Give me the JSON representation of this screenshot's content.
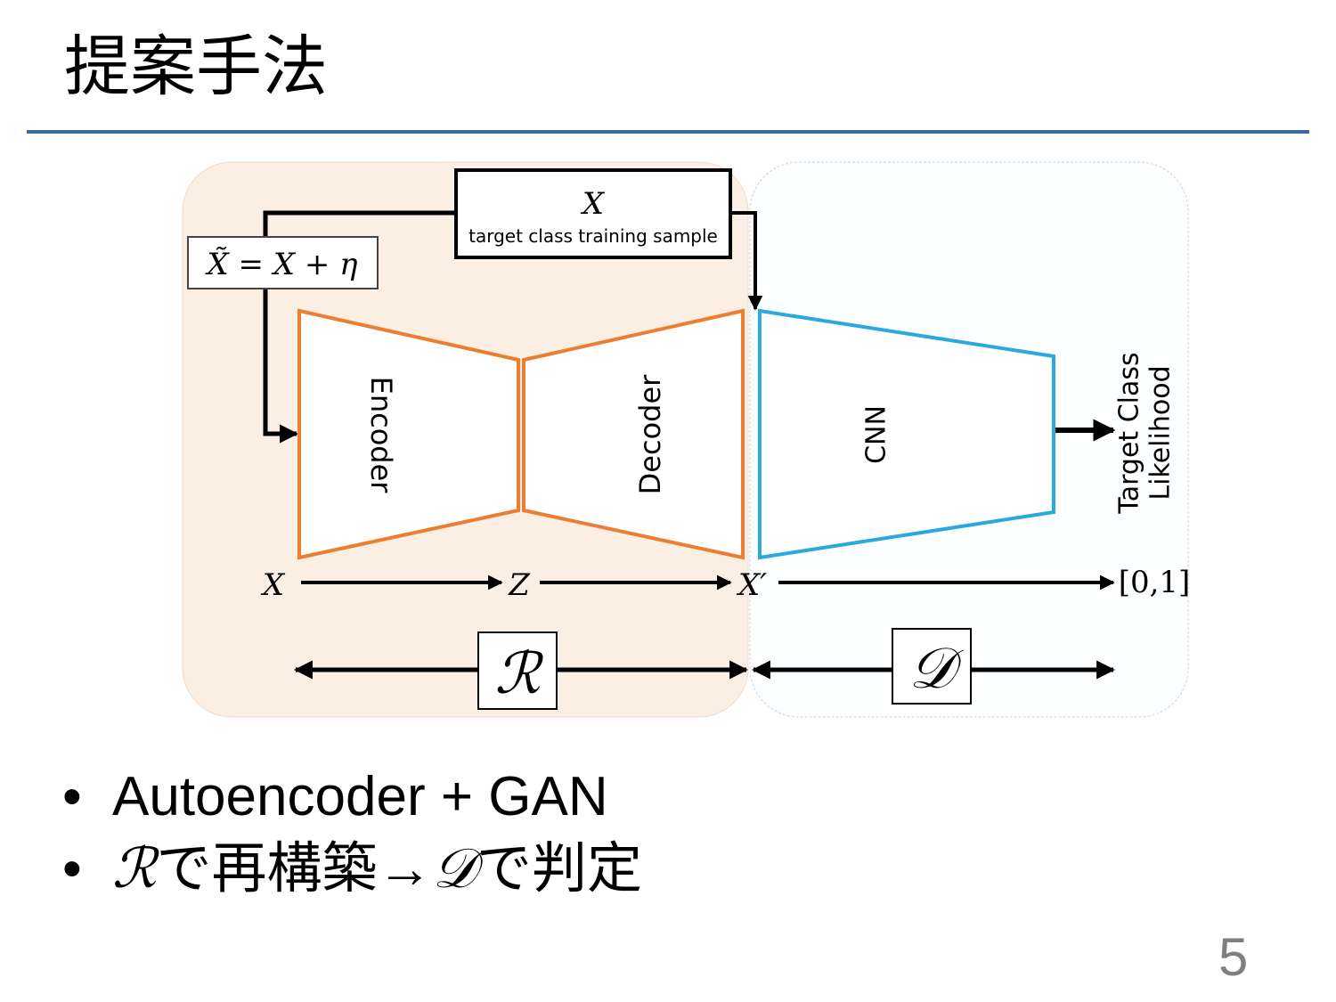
{
  "slide": {
    "title": "提案手法",
    "page_number": "5"
  },
  "diagram": {
    "input_box": {
      "symbol": "X",
      "caption": "target class training sample"
    },
    "noise_formula": "X̃ = X + η",
    "encoder_label": "Encoder",
    "decoder_label": "Decoder",
    "cnn_label": "CNN",
    "output_label_line1": "Target Class",
    "output_label_line2": "Likelihood",
    "flow": {
      "x": "X",
      "z": "Z",
      "x_prime": "X′",
      "range": "[0,1]"
    },
    "reconstructor_symbol": "ℛ",
    "discriminator_symbol": "𝒟",
    "colors": {
      "reconstructor_bg": "#fbeee2",
      "encoder_decoder_stroke": "#ed7d31",
      "cnn_stroke": "#29a9e0",
      "title_rule": "#3d6a9c"
    }
  },
  "bullets": [
    {
      "text": "Autoencoder + GAN"
    },
    {
      "r": "ℛ",
      "part1": "で再構築→",
      "d": "𝒟",
      "part2": "で判定"
    }
  ]
}
